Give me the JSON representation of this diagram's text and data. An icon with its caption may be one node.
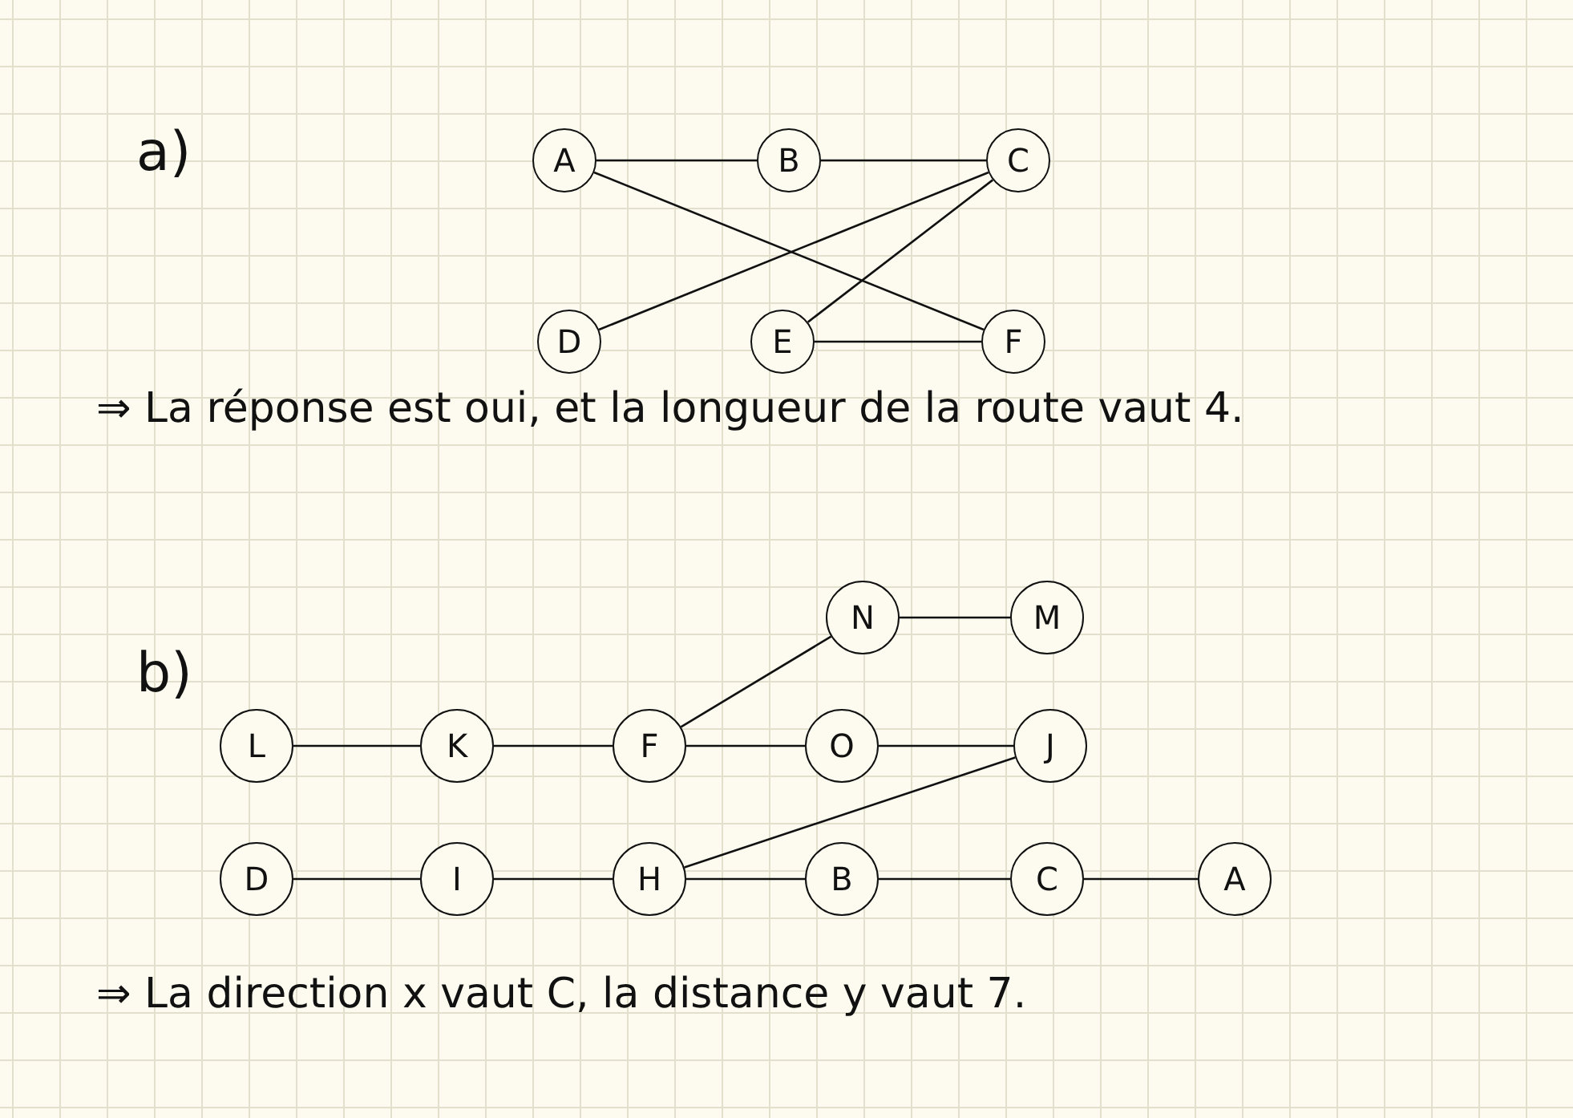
{
  "diagram": {
    "nodes": [
      {
        "text": [
          "A"
        ]
      },
      {
        "text": [
          "B"
        ]
      },
      {
        "text": [
          "C"
        ]
      },
      {
        "text": [
          "D"
        ]
      },
      {
        "text": [
          "E"
        ]
      },
      {
        "text": [
          "F"
        ]
      },
      {
        "text": [
          "N"
        ]
      },
      {
        "text": [
          "M"
        ]
      },
      {
        "text": [
          "L"
        ]
      },
      {
        "text": [
          "K"
        ]
      },
      {
        "text": [
          "F"
        ]
      },
      {
        "text": [
          "O"
        ]
      },
      {
        "text": [
          "J"
        ]
      },
      {
        "text": [
          "D"
        ]
      },
      {
        "text": [
          "I"
        ]
      },
      {
        "text": [
          "H"
        ]
      },
      {
        "text": [
          "B"
        ]
      },
      {
        "text": [
          "C"
        ]
      },
      {
        "text": [
          "A"
        ]
      }
    ],
    "edges": [
      {
        "from": 0,
        "to": 1,
        "arrow": "none"
      },
      {
        "from": 1,
        "to": 2,
        "arrow": "none"
      },
      {
        "from": 0,
        "to": 5,
        "arrow": "none"
      },
      {
        "from": 3,
        "to": 2,
        "arrow": "none"
      },
      {
        "from": 4,
        "to": 2,
        "arrow": "none"
      },
      {
        "from": 4,
        "to": 5,
        "arrow": "none"
      },
      {
        "from": 6,
        "to": 7,
        "arrow": "none"
      },
      {
        "from": 10,
        "to": 6,
        "arrow": "none"
      },
      {
        "from": 8,
        "to": 9,
        "arrow": "none"
      },
      {
        "from": 9,
        "to": 10,
        "arrow": "none"
      },
      {
        "from": 10,
        "to": 11,
        "arrow": "none"
      },
      {
        "from": 11,
        "to": 12,
        "arrow": "none"
      },
      {
        "from": 13,
        "to": 14,
        "arrow": "none"
      },
      {
        "from": 14,
        "to": 15,
        "arrow": "none"
      },
      {
        "from": 15,
        "to": 12,
        "arrow": "none"
      },
      {
        "from": 15,
        "to": 16,
        "arrow": "none"
      },
      {
        "from": 16,
        "to": 17,
        "arrow": "none"
      },
      {
        "from": 17,
        "to": 18,
        "arrow": "none"
      }
    ],
    "labels": [
      "a)",
      "⇒ La réponse est oui, et la longueur de la route vaut 4.",
      "b)",
      "⇒ La direction x vaut C, la distance y vaut 7."
    ]
  }
}
